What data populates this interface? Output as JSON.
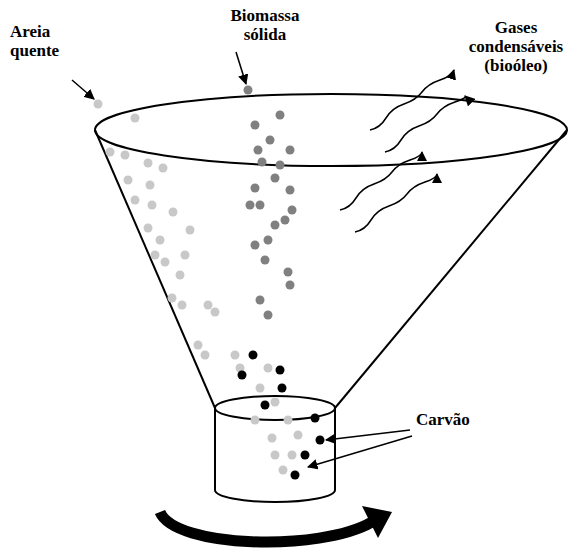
{
  "diagram": {
    "labels": [
      "Areia quente",
      "Biomassa sólida",
      "Gases condensáveis (bioóleo)",
      "Carvão"
    ]
  }
}
